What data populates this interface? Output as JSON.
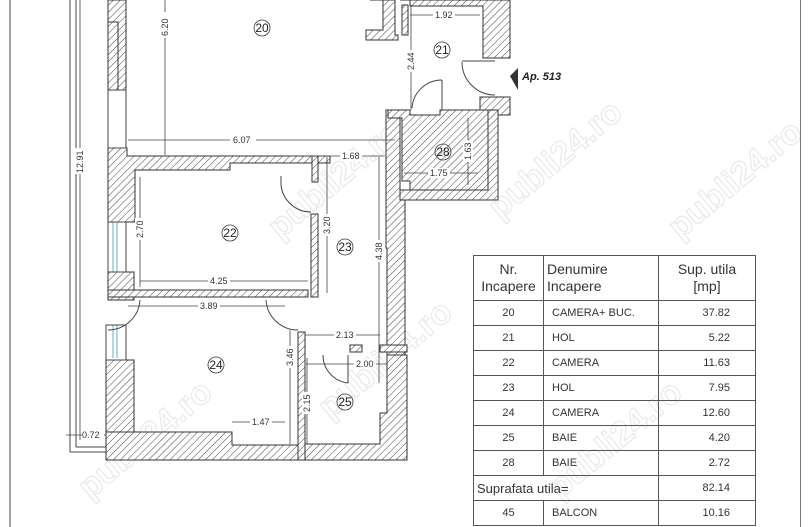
{
  "plan": {
    "apartment_label": "Ap. 513",
    "watermark": "publi24.ro",
    "rooms": [
      {
        "id": "20",
        "label": "20"
      },
      {
        "id": "21",
        "label": "21"
      },
      {
        "id": "22",
        "label": "22"
      },
      {
        "id": "23",
        "label": "23"
      },
      {
        "id": "24",
        "label": "24"
      },
      {
        "id": "25",
        "label": "25"
      },
      {
        "id": "28",
        "label": "28"
      }
    ],
    "dimensions": {
      "d_620": "6.20",
      "d_607": "6.07",
      "d_192": "1.92",
      "d_244": "2.44",
      "d_168": "1.68",
      "d_163": "1.63",
      "d_175": "1.75",
      "d_270": "2.70",
      "d_425": "4.25",
      "d_320": "3.20",
      "d_438": "4.38",
      "d_389": "3.89",
      "d_213": "2.13",
      "d_346": "3.46",
      "d_200": "2.00",
      "d_215": "2.15",
      "d_147": "1.47",
      "d_1291": "12.91",
      "d_072": "0.72"
    }
  },
  "table": {
    "headers": {
      "nr": "Nr.\nIncapere",
      "nr_line1": "Nr.",
      "nr_line2": "Incapere",
      "name_line1": "Denumire",
      "name_line2": "Incapere",
      "area_line1": "Sup. utila",
      "area_line2": "[mp]"
    },
    "rows": [
      {
        "nr": "20",
        "name": "CAMERA+ BUC.",
        "area": "37.82"
      },
      {
        "nr": "21",
        "name": "HOL",
        "area": "5.22"
      },
      {
        "nr": "22",
        "name": "CAMERA",
        "area": "11.63"
      },
      {
        "nr": "23",
        "name": "HOL",
        "area": "7.95"
      },
      {
        "nr": "24",
        "name": "CAMERA",
        "area": "12.60"
      },
      {
        "nr": "25",
        "name": "BAIE",
        "area": "4.20"
      },
      {
        "nr": "28",
        "name": "BAIE",
        "area": "2.72"
      }
    ],
    "total": {
      "label": "Suprafata utila=",
      "area": "82.14"
    },
    "extra_rows": [
      {
        "nr": "45",
        "name": "BALCON",
        "area": "10.16"
      }
    ]
  }
}
